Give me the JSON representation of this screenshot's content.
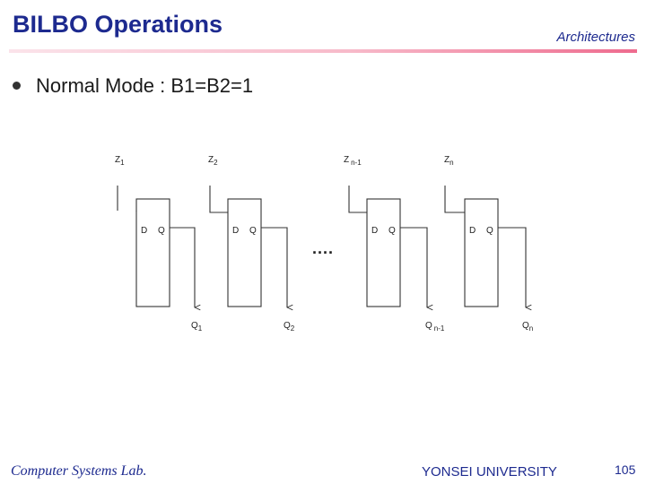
{
  "slide": {
    "title": "BILBO Operations",
    "section": "Architectures",
    "bullet": "Normal Mode : B1=B2=1"
  },
  "diagram": {
    "ellipsis": "....",
    "cells": [
      {
        "input_main": "Z",
        "input_sub": "1",
        "d_label": "D",
        "q_label": "Q",
        "output_main": "Q",
        "output_sub": "1"
      },
      {
        "input_main": "Z",
        "input_sub": "2",
        "d_label": "D",
        "q_label": "Q",
        "output_main": "Q",
        "output_sub": "2"
      },
      {
        "input_main": "Z",
        "input_sub": "n-1",
        "d_label": "D",
        "q_label": "Q",
        "output_main": "Q",
        "output_sub": "n-1"
      },
      {
        "input_main": "Z",
        "input_sub": "n",
        "d_label": "D",
        "q_label": "Q",
        "output_main": "Q",
        "output_sub": "n"
      }
    ]
  },
  "footer": {
    "lab": "Computer Systems Lab.",
    "university": "YONSEI UNIVERSITY",
    "page": "105"
  }
}
